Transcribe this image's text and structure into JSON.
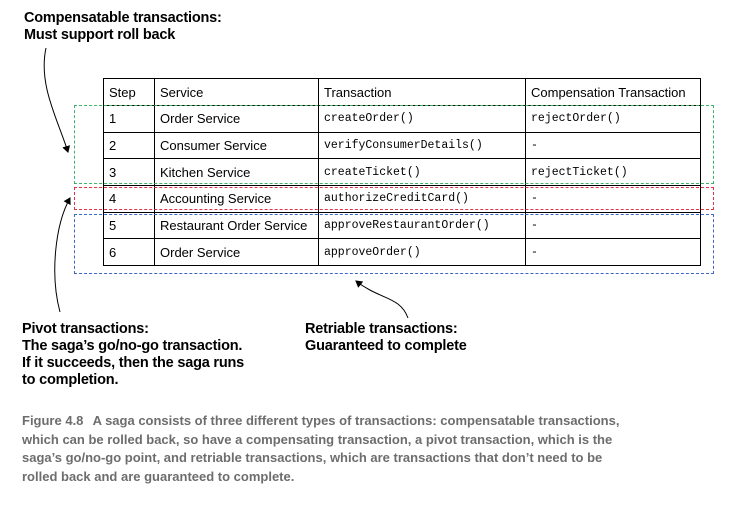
{
  "notes": {
    "compensatable": [
      "Compensatable transactions:",
      "Must support roll back"
    ],
    "pivot": [
      "Pivot transactions:",
      "The saga’s go/no-go transaction.",
      "If it succeeds, then the saga runs",
      "to completion."
    ],
    "retriable": [
      "Retriable transactions:",
      "Guaranteed to complete"
    ]
  },
  "table": {
    "headers": [
      "Step",
      "Service",
      "Transaction",
      "Compensation Transaction"
    ],
    "rows": [
      {
        "step": "1",
        "service": "Order Service",
        "transaction": "createOrder()",
        "compensation": "rejectOrder()"
      },
      {
        "step": "2",
        "service": "Consumer Service",
        "transaction": "verifyConsumerDetails()",
        "compensation": "-"
      },
      {
        "step": "3",
        "service": "Kitchen Service",
        "transaction": "createTicket()",
        "compensation": "rejectTicket()"
      },
      {
        "step": "4",
        "service": "Accounting Service",
        "transaction": "authorizeCreditCard()",
        "compensation": "-"
      },
      {
        "step": "5",
        "service": "Restaurant Order Service",
        "transaction": "approveRestaurantOrder()",
        "compensation": "-"
      },
      {
        "step": "6",
        "service": "Order Service",
        "transaction": "approveOrder()",
        "compensation": "-"
      }
    ]
  },
  "groups": {
    "compensatable_color": "#3db36b",
    "pivot_color": "#e0324a",
    "retriable_color": "#3f66c4"
  },
  "caption": {
    "label": "Figure 4.8",
    "lines": [
      "A saga consists of three different types of transactions: compensatable transactions,",
      "which can be rolled back, so have a compensating transaction, a pivot transaction, which is the",
      "saga’s go/no-go point, and retriable transactions, which are transactions that don’t need to be",
      "rolled back and are guaranteed to complete."
    ]
  }
}
